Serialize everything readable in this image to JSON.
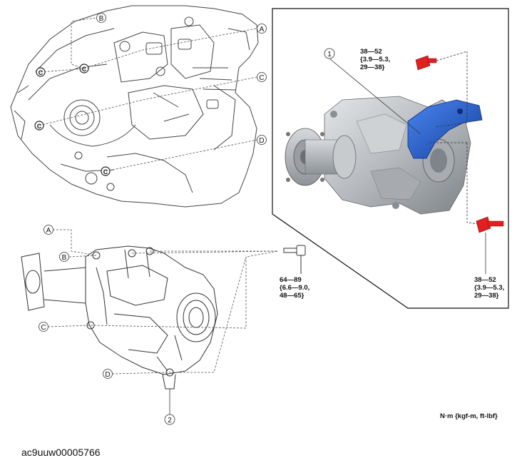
{
  "callouts": {
    "A": "A",
    "B": "B",
    "C": "C",
    "D": "D",
    "item1": "1",
    "item2": "2"
  },
  "torque_specs": {
    "inset_top": [
      "38—52",
      "{3.9—5.3,",
      "29—38}"
    ],
    "inset_bottom": [
      "38—52",
      "{3.9—5.3,",
      "29—38}"
    ],
    "bolt_main": [
      "64—89",
      "{6.6—9.0,",
      "48—65}"
    ]
  },
  "unit_note": "N·m {kgf-m, ft-lbf}",
  "figure_id": "ac9uuw00005766",
  "colors": {
    "highlight_blue": "#1f5fd1",
    "bolt_red": "#e01f1f",
    "line": "#333333",
    "housing_gray": "#b9bcc0"
  }
}
